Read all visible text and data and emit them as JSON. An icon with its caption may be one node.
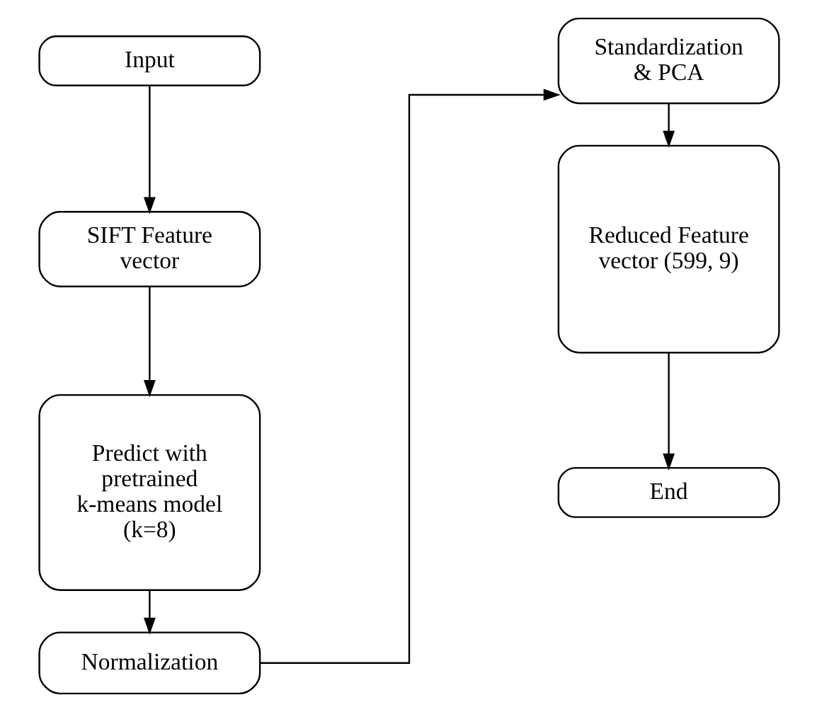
{
  "diagram": {
    "nodes": [
      {
        "text": [
          "Input"
        ]
      },
      {
        "text": [
          "SIFT Feature vector"
        ]
      },
      {
        "text": [
          "Predict with pretrained k-means model (k=8)"
        ]
      },
      {
        "text": [
          "Normalization"
        ]
      },
      {
        "text": [
          "Standardization & PCA"
        ]
      },
      {
        "text": [
          "Reduced Feature vector (599, 9)"
        ]
      },
      {
        "text": [
          "End"
        ]
      }
    ],
    "edges": [
      {
        "from": 0,
        "to": 1,
        "arrow": "to"
      },
      {
        "from": 1,
        "to": 2,
        "arrow": "to"
      },
      {
        "from": 2,
        "to": 3,
        "arrow": "to"
      },
      {
        "from": 3,
        "to": 4,
        "arrow": "to"
      },
      {
        "from": 4,
        "to": 5,
        "arrow": "to"
      },
      {
        "from": 5,
        "to": 6,
        "arrow": "to"
      }
    ]
  }
}
